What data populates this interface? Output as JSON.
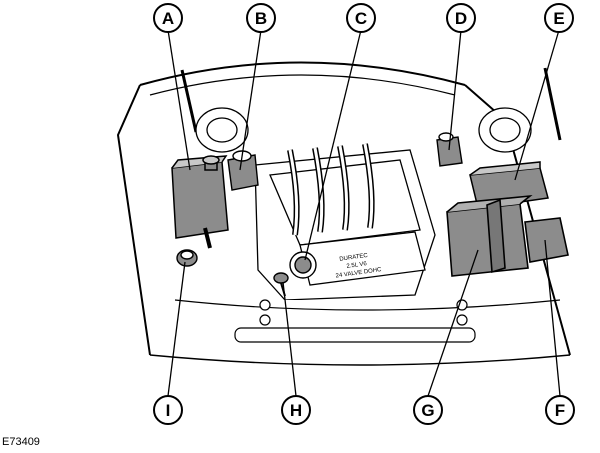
{
  "figure_code": "E73409",
  "engine_cover_text": [
    "DURATEC",
    "2.5L V6",
    "24 VALVE DOHC"
  ],
  "callouts": [
    {
      "id": "A",
      "label": "A"
    },
    {
      "id": "B",
      "label": "B"
    },
    {
      "id": "C",
      "label": "C"
    },
    {
      "id": "D",
      "label": "D"
    },
    {
      "id": "E",
      "label": "E"
    },
    {
      "id": "I",
      "label": "I"
    },
    {
      "id": "H",
      "label": "H"
    },
    {
      "id": "G",
      "label": "G"
    },
    {
      "id": "F",
      "label": "F"
    }
  ],
  "colors": {
    "ink": "#000000",
    "shade": "#8c8c8c",
    "paper": "#ffffff"
  }
}
